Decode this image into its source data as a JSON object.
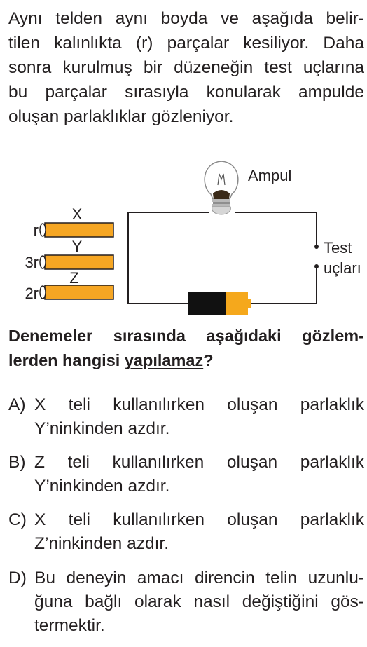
{
  "intro": {
    "lines": [
      "Aynı telden aynı boyda ve aşağıda belir-",
      "tilen kalınlıkta (r) parçalar kesiliyor. Daha",
      "sonra kurulmuş bir düzeneğin test uçlarına",
      "bu parçalar sırasıyla konularak ampulde",
      "oluşan parlaklıklar gözleniyor."
    ]
  },
  "diagram": {
    "bulb_label": "Ampul",
    "test_label_1": "Test",
    "test_label_2": "uçları",
    "wires": [
      {
        "name": "X",
        "thickness": "r"
      },
      {
        "name": "Y",
        "thickness": "3r"
      },
      {
        "name": "Z",
        "thickness": "2r"
      }
    ],
    "colors": {
      "wire_fill": "#f6a623",
      "battery_body": "#111111",
      "battery_cap": "#f5a81c",
      "circuit_line": "#231f20"
    }
  },
  "question": {
    "line1": "Denemeler sırasında aşağıdaki gözlem-",
    "line2_prefix": "lerden hangisi ",
    "line2_underlined": "yapılamaz",
    "line2_suffix": "?"
  },
  "options": [
    {
      "letter": "A)",
      "lines": [
        "X teli kullanılırken oluşan parlaklık",
        "Y’ninkinden azdır."
      ]
    },
    {
      "letter": "B)",
      "lines": [
        "Z teli kullanılırken oluşan parlaklık",
        "Y’ninkinden azdır."
      ]
    },
    {
      "letter": "C)",
      "lines": [
        "X teli kullanılırken oluşan parlaklık",
        "Z’ninkinden azdır."
      ]
    },
    {
      "letter": "D)",
      "lines": [
        "Bu deneyin amacı direncin telin uzunlu-",
        "ğuna bağlı olarak nasıl değiştiğini gös-",
        "termektir."
      ]
    }
  ]
}
